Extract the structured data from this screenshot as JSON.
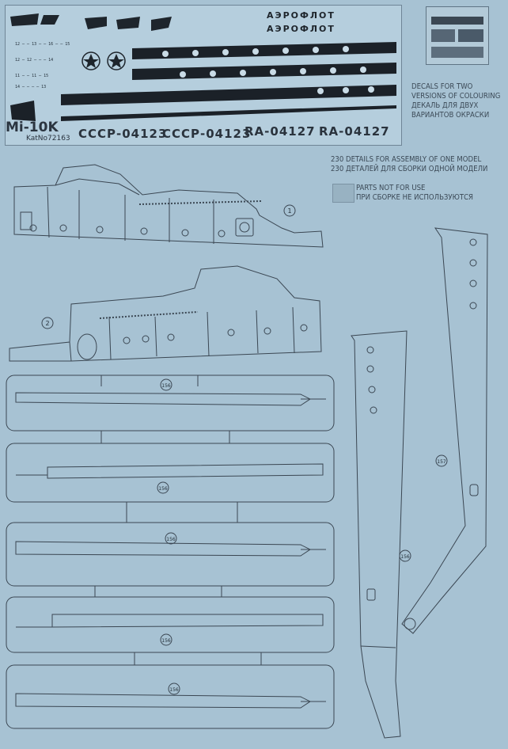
{
  "decal_sheet": {
    "model": "Mi-10K",
    "catalog": "KatNo72163",
    "airline_name": "АЭРОФЛОТ",
    "registrations": [
      "СССР-04123",
      "СССР-04123",
      "RA-04127",
      "RA-04127"
    ]
  },
  "decals_note": {
    "lines": [
      "DECALS FOR TWO",
      "VERSIONS OF COLOURING",
      "ДЕКАЛЬ ДЛЯ ДВУХ",
      "ВАРИАНТОВ ОКРАСКИ"
    ]
  },
  "details_note": {
    "en": "230 DETAILS FOR ASSEMBLY OF ONE MODEL",
    "ru": "230 ДЕТАЛЕЙ ДЛЯ СБОРКИ ОДНОЙ МОДЕЛИ"
  },
  "legend_not_for_use": {
    "en": "PARTS NOT FOR USE",
    "ru": "ПРИ СБОРКЕ НЕ ИСПОЛЬЗУЮТСЯ"
  },
  "part_numbers": {
    "fuselage_right": "1",
    "fuselage_left": "2",
    "rotor_blades": [
      "156",
      "156",
      "156",
      "156",
      "156"
    ],
    "leg_long": "157",
    "leg_short": "156"
  },
  "colors": {
    "background": "#a7c2d3",
    "line": "#3b4753",
    "stripe": "#1b2128"
  }
}
